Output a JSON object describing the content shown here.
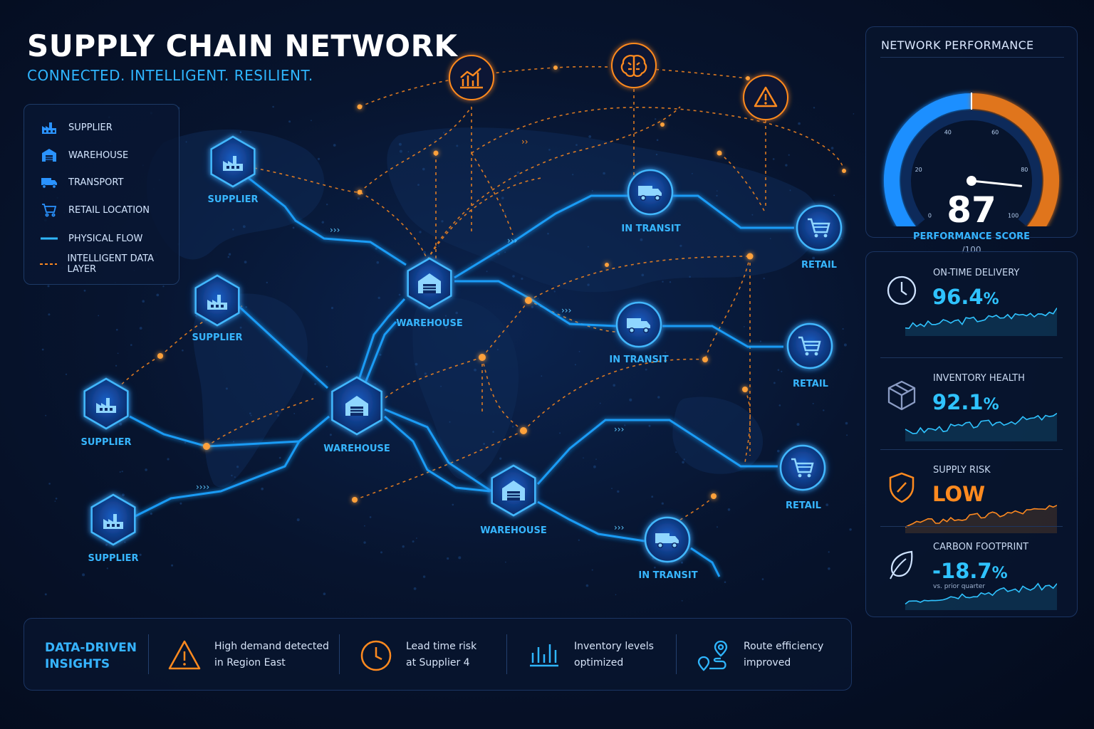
{
  "header": {
    "title": "SUPPLY CHAIN NETWORK",
    "subtitle": "CONNECTED. INTELLIGENT. RESILIENT."
  },
  "legend": {
    "items": [
      {
        "icon": "factory-icon",
        "label": "SUPPLIER"
      },
      {
        "icon": "warehouse-icon",
        "label": "WAREHOUSE"
      },
      {
        "icon": "truck-icon",
        "label": "TRANSPORT"
      },
      {
        "icon": "cart-icon",
        "label": "RETAIL LOCATION"
      },
      {
        "icon": "solid-line-icon",
        "label": "PHYSICAL FLOW"
      },
      {
        "icon": "dashed-line-icon",
        "label": "INTELLIGENT DATA LAYER"
      }
    ]
  },
  "network": {
    "nodes": [
      {
        "type": "supplier",
        "label": "SUPPLIER"
      },
      {
        "type": "supplier",
        "label": "SUPPLIER"
      },
      {
        "type": "supplier",
        "label": "SUPPLIER"
      },
      {
        "type": "supplier",
        "label": "SUPPLIER"
      },
      {
        "type": "warehouse",
        "label": "WAREHOUSE"
      },
      {
        "type": "warehouse",
        "label": "WAREHOUSE"
      },
      {
        "type": "warehouse",
        "label": "WAREHOUSE"
      },
      {
        "type": "transport",
        "label": "IN TRANSIT"
      },
      {
        "type": "transport",
        "label": "IN TRANSIT"
      },
      {
        "type": "transport",
        "label": "IN TRANSIT"
      },
      {
        "type": "retail",
        "label": "RETAIL"
      },
      {
        "type": "retail",
        "label": "RETAIL"
      },
      {
        "type": "retail",
        "label": "RETAIL"
      }
    ],
    "data_layer_icons": [
      "bar-chart-icon",
      "brain-icon",
      "warning-icon"
    ]
  },
  "performance": {
    "title": "NETWORK PERFORMANCE",
    "score": "87",
    "score_fraction": 0.87,
    "score_label": "PERFORMANCE SCORE",
    "score_unit": "/100",
    "gauge_ticks": [
      "0",
      "20",
      "40",
      "60",
      "80",
      "100"
    ]
  },
  "metrics": [
    {
      "icon": "clock-icon",
      "label": "ON-TIME DELIVERY",
      "value": "96.4",
      "unit": "%",
      "note": "",
      "color": "#2fc3ff"
    },
    {
      "icon": "box-icon",
      "label": "INVENTORY HEALTH",
      "value": "92.1",
      "unit": "%",
      "note": "",
      "color": "#2fc3ff"
    },
    {
      "icon": "shield-icon",
      "label": "SUPPLY RISK",
      "value": "LOW",
      "unit": "",
      "note": "",
      "color": "#ff8a1f"
    },
    {
      "icon": "leaf-icon",
      "label": "CARBON FOOTPRINT",
      "value": "-18.7",
      "unit": "%",
      "note": "vs. prior quarter",
      "color": "#2fc3ff"
    }
  ],
  "insights": {
    "title_line1": "DATA-DRIVEN",
    "title_line2": "INSIGHTS",
    "items": [
      {
        "icon": "warning-icon",
        "line1": "High demand detected",
        "line2": "in Region East"
      },
      {
        "icon": "clock-icon",
        "line1": "Lead time risk",
        "line2": "at Supplier 4"
      },
      {
        "icon": "bar-chart-icon",
        "line1": "Inventory levels",
        "line2": "optimized"
      },
      {
        "icon": "route-icon",
        "line1": "Route efficiency",
        "line2": "improved"
      }
    ]
  },
  "colors": {
    "accent_blue": "#2fb6ff",
    "accent_orange": "#ff8a1f",
    "background": "#07142e"
  }
}
